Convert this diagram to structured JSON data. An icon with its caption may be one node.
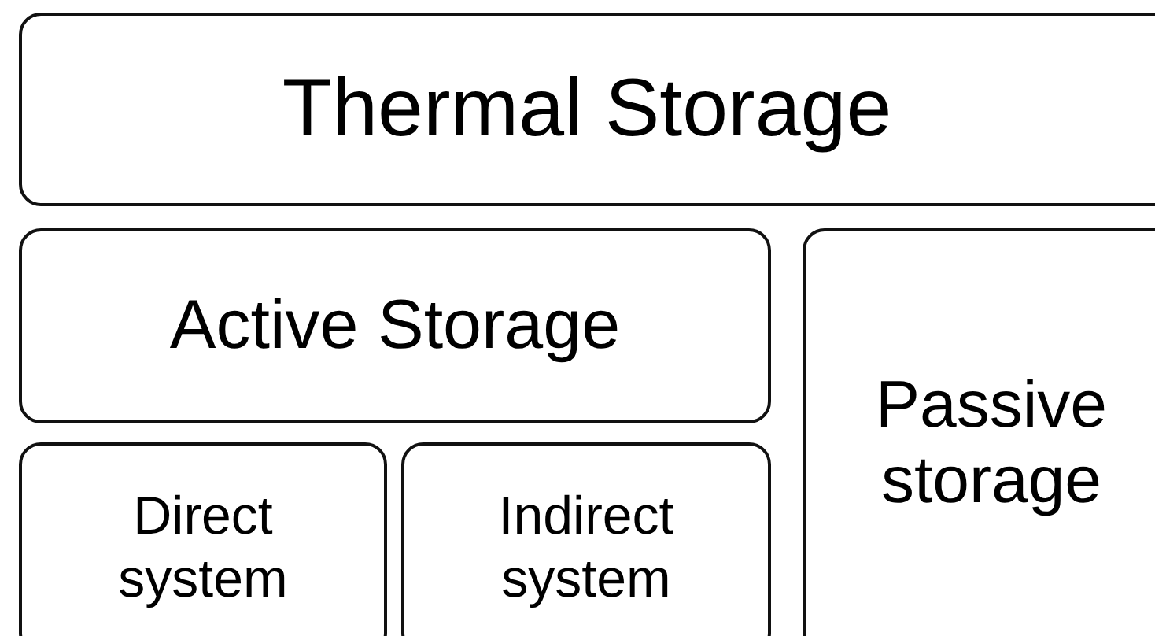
{
  "diagram": {
    "nodes": [
      {
        "text": [
          "Thermal Storage"
        ]
      },
      {
        "text": [
          "Active Storage"
        ]
      },
      {
        "text": [
          "Direct system"
        ]
      },
      {
        "text": [
          "Indirect system"
        ]
      },
      {
        "text": [
          "Passive storage"
        ]
      }
    ]
  }
}
